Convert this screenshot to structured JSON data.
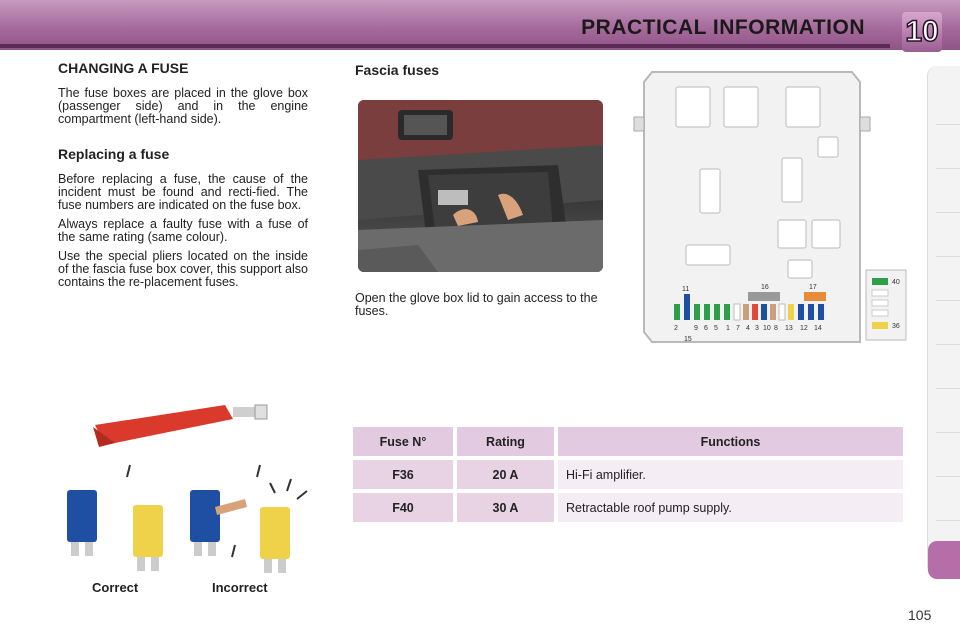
{
  "header": {
    "title": "PRACTICAL INFORMATION",
    "chapter": "10"
  },
  "left": {
    "heading": "CHANGING A FUSE",
    "intro": "The fuse boxes are placed in the glove box (passenger side) and in the engine compartment (left-hand side).",
    "subheading": "Replacing a fuse",
    "para1": "Before replacing a fuse, the cause of the incident must be found and recti-fied. The fuse numbers are indicated on the fuse box.",
    "para2": "Always replace a faulty fuse with a fuse of the same rating (same colour).",
    "para3": "Use the special pliers located on the inside of the fascia fuse box cover, this support also contains the re-placement fuses."
  },
  "middle": {
    "heading": "Fascia fuses",
    "caption": "Open the glove box lid to gain access to the fuses."
  },
  "fusebox": {
    "bottom_numbers": [
      "2",
      "9",
      "6",
      "5",
      "1",
      "7",
      "4",
      "3",
      "10",
      "8",
      "13",
      "12",
      "14"
    ],
    "top_numbers": [
      "11",
      "16",
      "17"
    ],
    "below_number": "15",
    "side_numbers": [
      "40",
      "36"
    ]
  },
  "illustration": {
    "correct": "Correct",
    "incorrect": "Incorrect"
  },
  "table": {
    "headers": [
      "Fuse N°",
      "Rating",
      "Functions"
    ],
    "rows": [
      {
        "fuse": "F36",
        "rating": "20 A",
        "function": "Hi-Fi amplifier."
      },
      {
        "fuse": "F40",
        "rating": "30 A",
        "function": "Retractable roof pump supply."
      }
    ]
  },
  "page_number": "105",
  "colors": {
    "accent": "#a66b9c",
    "table_header": "#e2cbe0",
    "table_cell": "#e7d3e4"
  }
}
